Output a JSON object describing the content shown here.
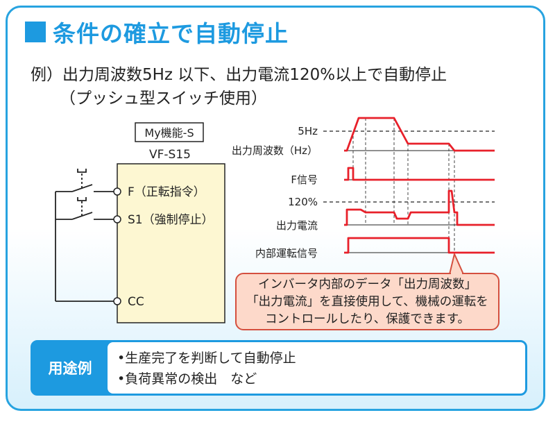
{
  "title": "条件の確立で自動停止",
  "example": {
    "line1": "例）出力周波数5Hz 以下、出力電流120%以上で自動停止",
    "line2": "（プッシュ型スイッチ使用）"
  },
  "inverter": {
    "function_label": "My機能-S",
    "model": "VF-S15",
    "terminals": {
      "f": "F（正転指令）",
      "s1": "S1（強制停止）",
      "cc": "CC"
    }
  },
  "timing": {
    "level_5hz": "5Hz",
    "freq": "出力周波数（Hz）",
    "fsig": "F信号",
    "level_120": "120%",
    "current": "出力電流",
    "internal": "内部運転信号"
  },
  "callout": {
    "line1": "インバータ内部のデータ「出力周波数」",
    "line2": "「出力電流」を直接使用して、機械の運転を",
    "line3": "コントロールしたり、保護できます。"
  },
  "usage": {
    "label": "用途例",
    "item1": "•生産完了を判断して自動停止",
    "item2": "•負荷異常の検出　など"
  },
  "colors": {
    "accent": "#1d9ae0",
    "signal": "#e8202a",
    "callout_fill": "#fdd9ca",
    "inverter_fill": "#fdf7d2"
  }
}
